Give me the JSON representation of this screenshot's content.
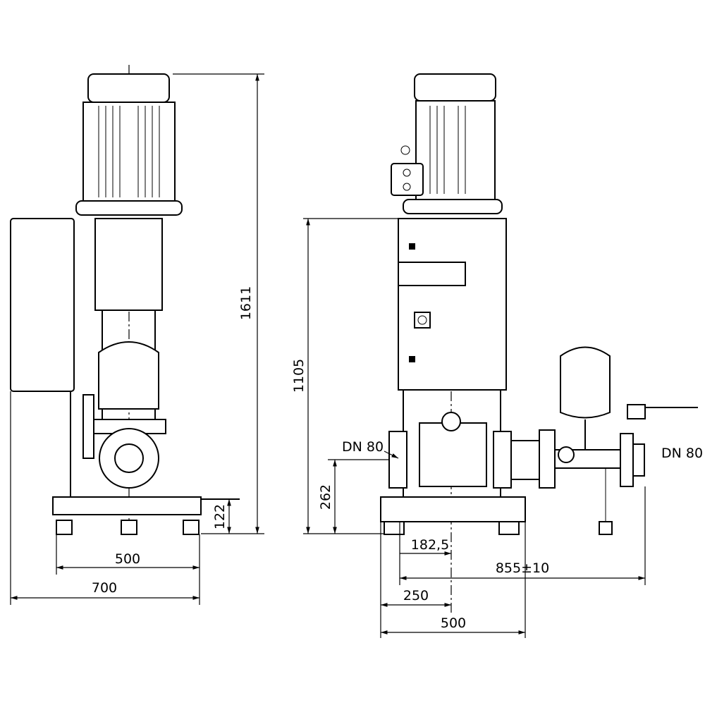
{
  "side_view": {
    "height_total": "1611",
    "base_height": "122",
    "foot_spacing": "500",
    "overall_depth": "700"
  },
  "front_view": {
    "cabinet_height": "1105",
    "pipe_axis_height": "262",
    "inlet_label": "DN 80",
    "outlet_label": "DN 80",
    "offset_182": "182,5",
    "overall_length": "855±10",
    "half_width": "250",
    "base_width": "500"
  }
}
